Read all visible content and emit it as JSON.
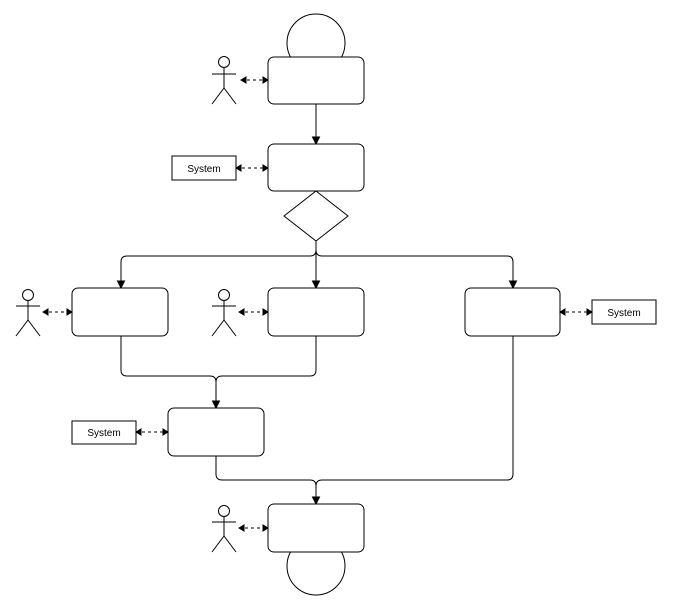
{
  "diagram": {
    "system_labels": {
      "system_1": "System",
      "system_2": "System",
      "system_3": "System"
    }
  }
}
